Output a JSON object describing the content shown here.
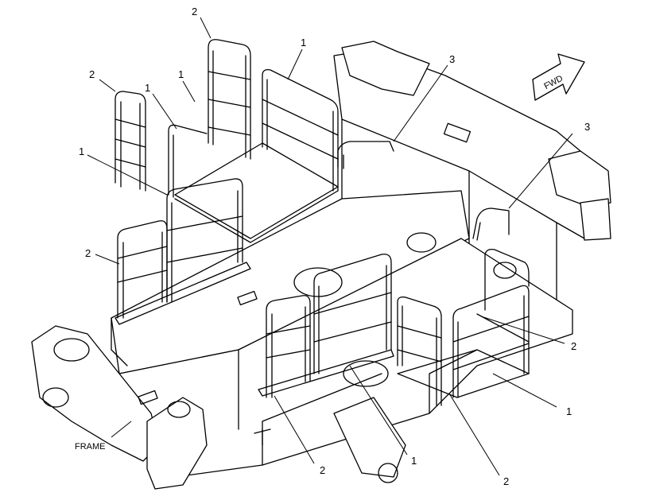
{
  "frame_label": "FRAME",
  "fwd_label": "FWD",
  "callouts": [
    "2",
    "1",
    "2",
    "1",
    "1",
    "3",
    "1",
    "3",
    "2",
    "2",
    "1",
    "2",
    "1",
    "2"
  ]
}
